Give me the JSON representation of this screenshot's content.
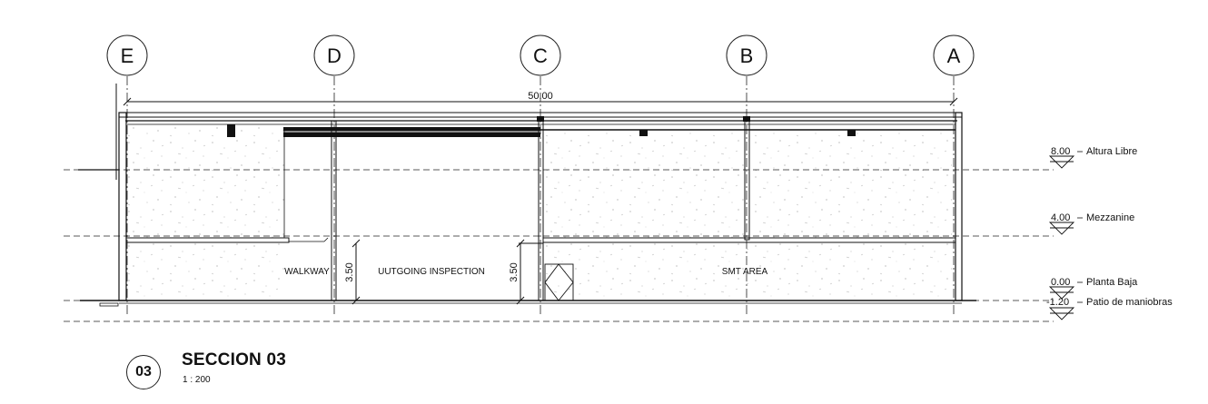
{
  "grid_labels": [
    "E",
    "D",
    "C",
    "B",
    "A"
  ],
  "overall_dimension": "50.00",
  "levels": [
    {
      "value": "8.00",
      "name": "Altura Libre"
    },
    {
      "value": "4.00",
      "name": "Mezzanine"
    },
    {
      "value": "0.00",
      "name": "Planta Baja"
    },
    {
      "value": "-1.20",
      "name": "Patio de maniobras"
    }
  ],
  "rooms": {
    "walkway": "WALKWAY",
    "inspection": "UUTGOING INSPECTION",
    "smt": "SMT AREA"
  },
  "dims": {
    "left": "3.50",
    "right": "3.50"
  },
  "view": {
    "number": "03",
    "title": "SECCION 03",
    "scale": "1 : 200"
  },
  "colors": {
    "line": "#111111",
    "hatch": "#9a9a9a"
  }
}
